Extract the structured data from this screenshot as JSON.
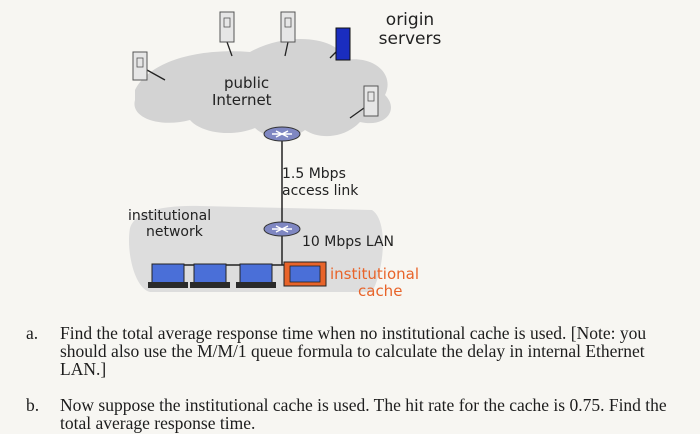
{
  "diagram": {
    "origin_servers_line1": "origin",
    "origin_servers_line2": "servers",
    "public_internet_line1": "public",
    "public_internet_line2": "Internet",
    "access_link_line1": "1.5 Mbps",
    "access_link_line2": "access link",
    "institutional_network_line1": "institutional",
    "institutional_network_line2": "network",
    "lan_label": "10 Mbps LAN",
    "cache_label_line1": "institutional",
    "cache_label_line2": "cache",
    "cache_color": "#e8642a",
    "server_color": "#e6e6e6",
    "origin_accent_color": "#1a2dbf",
    "cloud_color": "#d3d3d3"
  },
  "questions": [
    {
      "marker": "a.",
      "text": "Find the total average response time when no institutional cache is used. [Note: you should also use the M/M/1 queue formula to calculate the delay in internal Ethernet LAN.]"
    },
    {
      "marker": "b.",
      "text": "Now suppose the institutional cache is used. The hit rate for the cache is 0.75. Find the total average response time."
    }
  ]
}
